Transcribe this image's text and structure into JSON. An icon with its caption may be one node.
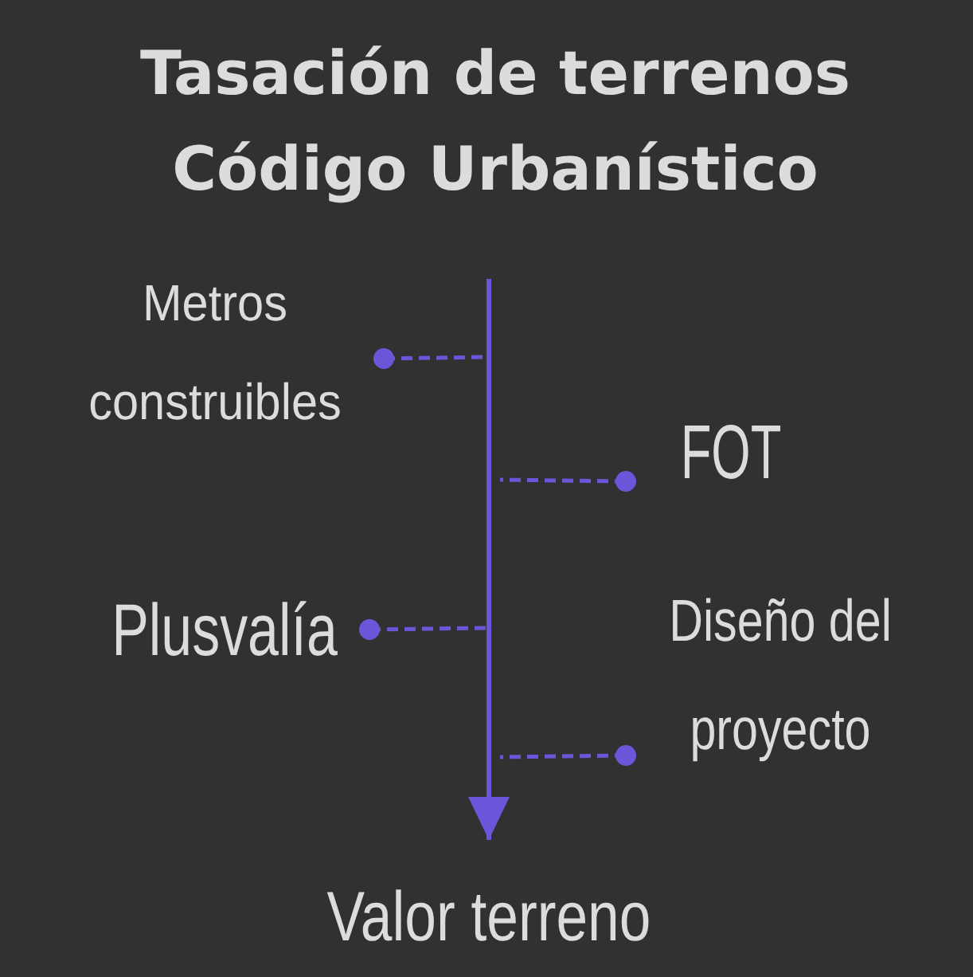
{
  "diagram": {
    "title": "Tasación de terrenos Código Urbanístico",
    "nodes": [
      {
        "text": [
          "Metros construibles"
        ]
      },
      {
        "text": [
          "FOT"
        ]
      },
      {
        "text": [
          "Plusvalía"
        ]
      },
      {
        "text": [
          "Diseño del proyecto"
        ]
      },
      {
        "text": [
          "Valor terreno"
        ]
      }
    ],
    "edges": [
      {
        "from": 0,
        "to": null,
        "arrow": "other",
        "style": "dashed"
      },
      {
        "from": 1,
        "to": null,
        "arrow": "other",
        "style": "dashed"
      },
      {
        "from": 2,
        "to": null,
        "arrow": "other",
        "style": "dashed"
      },
      {
        "from": 3,
        "to": null,
        "arrow": "other",
        "style": "dashed"
      },
      {
        "from": null,
        "to": 4,
        "arrow": "to"
      }
    ]
  }
}
